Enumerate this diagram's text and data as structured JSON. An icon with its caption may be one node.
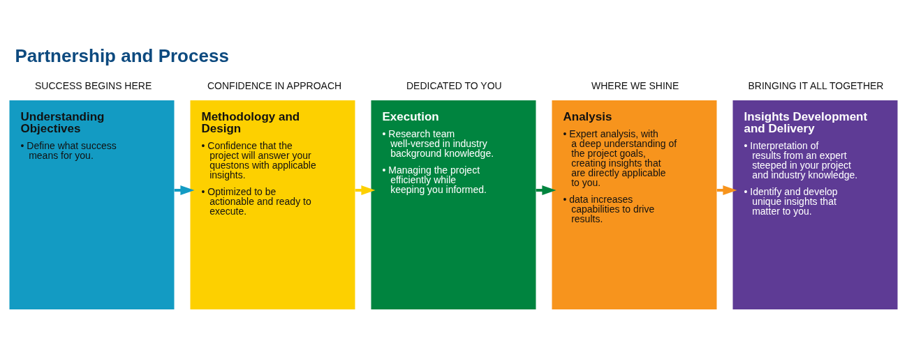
{
  "diagram": {
    "title": "Partnership and Process",
    "nodes": [
      {
        "text": [
          "SUCCESS BEGINS HERE",
          "Understanding Objectives",
          "• Define what success means for you."
        ]
      },
      {
        "text": [
          "CONFIDENCE IN APPROACH",
          "Methodology and Design",
          "• Confidence that the project will answer your questons with applicable insights.",
          "• Optimized to be actionable and ready to execute."
        ]
      },
      {
        "text": [
          "DEDICATED TO YOU",
          "Execution",
          "• Research team well-versed in industry background knowledge.",
          "• Managing the project efficiently while keeping you informed."
        ]
      },
      {
        "text": [
          "WHERE WE SHINE",
          "Analysis",
          "• Expert analysis, with a deep understanding of the project goals, creating insights that are directly applicable to you.",
          "• data increases capabilities to drive results."
        ]
      },
      {
        "text": [
          "BRINGING IT ALL TOGETHER",
          "Insights Development and Delivery",
          "• Interpretation of results from an expert steeped in your project and industry knowledge.",
          "• Identify and develop unique insights that matter to you."
        ]
      }
    ],
    "edges": [
      {
        "from": 0,
        "to": 1,
        "arrow": "to",
        "color": "#139bc3"
      },
      {
        "from": 1,
        "to": 2,
        "arrow": "to",
        "color": "#fdd000"
      },
      {
        "from": 2,
        "to": 3,
        "arrow": "to",
        "color": "#00843f"
      },
      {
        "from": 3,
        "to": 4,
        "arrow": "to",
        "color": "#f7941d"
      }
    ]
  }
}
